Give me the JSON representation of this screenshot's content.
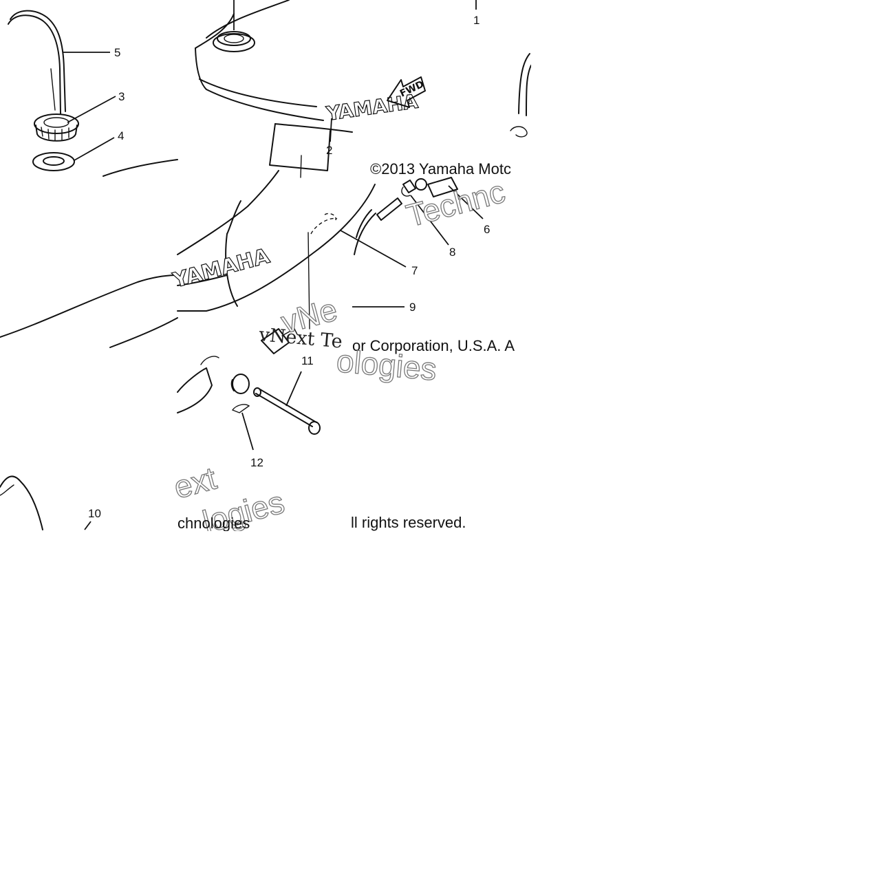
{
  "diagram": {
    "part_numbers": [
      "1",
      "2",
      "3",
      "4",
      "5",
      "6",
      "7",
      "8",
      "9",
      "10",
      "11",
      "12"
    ],
    "brand_labels": {
      "tank_front": "YAMAHA",
      "tank_side": "YAMAHA",
      "arrow": "FWD"
    },
    "copyright": {
      "line1": "©2013 Yamaha Motor Corporation, U.S.A. All rights reserved.",
      "fragment_top": "©2013 Yamaha Motc",
      "fragment_mid": "or Corporation, U.S.A. A",
      "fragment_bottom": "ll rights reserved."
    },
    "watermark": {
      "line1": "vNext",
      "line2": "Technologies",
      "fragments": [
        "Technc",
        "vNext Te",
        "chnologies",
        "ext",
        "ologies",
        "vNe"
      ]
    }
  }
}
